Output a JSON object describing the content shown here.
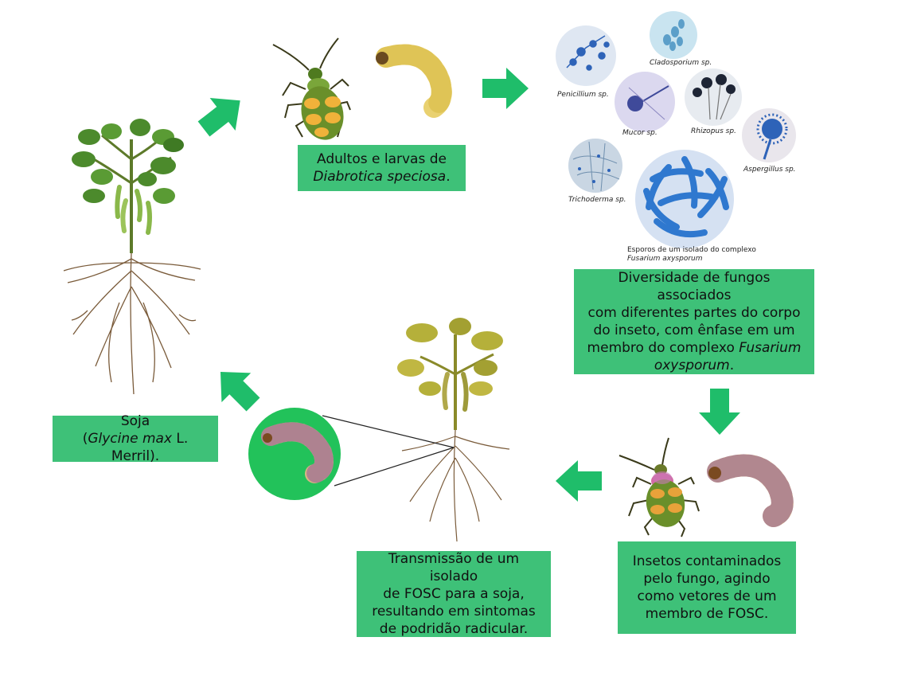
{
  "boxes": {
    "insects": {
      "line1": "Adultos e larvas de",
      "line2": "Diabrotica speciosa",
      "line2_end": "."
    },
    "fungi": {
      "line1": "Diversidade de fungos associados",
      "line2": "com diferentes partes do corpo",
      "line3": "do inseto, com ênfase em um",
      "line4a": "membro do complexo ",
      "line4b": "Fusarium",
      "line5a": "oxysporum",
      "line5b": "."
    },
    "vectors": {
      "line1": "Insetos contaminados",
      "line2": "pelo fungo, agindo",
      "line3": "como vetores de um",
      "line4": "membro de FOSC."
    },
    "transmission": {
      "line1": "Transmissão de um isolado",
      "line2": "de FOSC para a soja,",
      "line3": "resultando em sintomas",
      "line4": "de podridão radicular."
    },
    "soy": {
      "line1": "Soja",
      "line2a": "(",
      "line2b": "Glycine max",
      "line2c": " L. Merril)."
    }
  },
  "fungi_labels": {
    "penicillium": "Penicillium sp.",
    "cladosporium": "Cladosporium sp.",
    "mucor": "Mucor sp.",
    "rhizopus": "Rhizopus sp.",
    "aspergillus": "Aspergillus sp.",
    "trichoderma": "Trichoderma sp.",
    "fusarium_line1": "Esporos de um isolado do complexo",
    "fusarium_line2": "Fusarium axysporum"
  },
  "colors": {
    "box": "#3ec178",
    "arrow": "#1fbd6a",
    "circle_bg": "#22c25a",
    "stem": "#7a5b3a",
    "leaf": "#4c8a2c",
    "leaf_dry": "#a3a032",
    "micro_bg": "#dfe7f2",
    "micro_blue": "#2e63b8"
  },
  "icons": [
    "arrow-icon",
    "soybean-plant-icon",
    "beetle-icon",
    "larva-icon",
    "micrograph-icon",
    "magnifier-circle-icon"
  ]
}
